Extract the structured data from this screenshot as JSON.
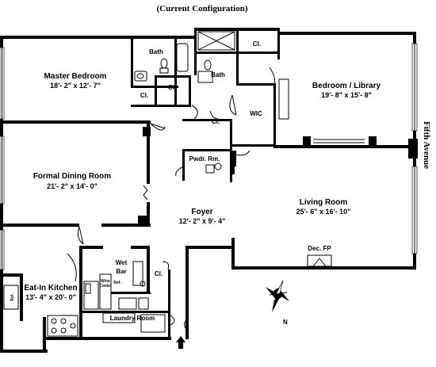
{
  "heading": "(Current Configuration)",
  "street": "Fifth Avenue",
  "compass_label": "N",
  "rooms": {
    "master_bedroom": {
      "name": "Master Bedroom",
      "dims": "18'- 2\" x 12'- 7\""
    },
    "bedroom_library": {
      "name": "Bedroom / Library",
      "dims": "19'- 8\" x 15'- 8\""
    },
    "formal_dining": {
      "name": "Formal Dining Room",
      "dims": "21'- 2\" x 14'- 0\""
    },
    "foyer": {
      "name": "Foyer",
      "dims": "12'- 2\" x 9'- 4\""
    },
    "living_room": {
      "name": "Living Room",
      "dims": "25'- 6\" x 16'- 10\""
    },
    "kitchen": {
      "name": "Eat-In Kitchen",
      "dims": "13'- 4\" x 20'- 0\""
    }
  },
  "labels": {
    "bath_1": "Bath",
    "bath_2": "Bath",
    "closet_1": "Cl.",
    "closet_2": "Cl.",
    "closet_3": "Cl.",
    "closet_4": "Cl.",
    "closet_5": "Cl.",
    "wic": "WIC",
    "powder_room": "Pwdr. Rm.",
    "wet": "Wet",
    "bar": "Bar",
    "fireplace": "Dec. FP",
    "laundry": "Laundry Room",
    "wine_1": "Wine",
    "wine_2": "Cooler",
    "ref": "Ref.",
    "ref_k": "Ref."
  }
}
